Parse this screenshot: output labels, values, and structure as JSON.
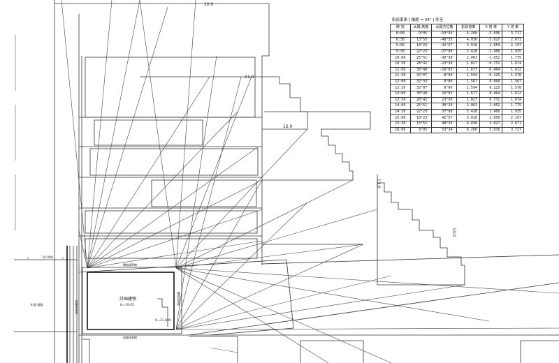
{
  "table": {
    "title": "影倍率表 [ 緯度 = 34° ] 冬至",
    "columns": [
      "時 刻",
      "太陽 高度",
      "太陽方位角",
      "影長倍率",
      "X 倍 率",
      "Y 倍 率"
    ],
    "rows": [
      [
        "8:00",
        "9°05'",
        "-53°34'",
        "6.260",
        "-5.036",
        "3.717"
      ],
      [
        "8:30",
        "13°55'",
        "-48°35'",
        "4.036",
        "-3.027",
        "2.671"
      ],
      [
        "9:00",
        "18°23'",
        "-42°57'",
        "3.010",
        "-2.050",
        "2.197"
      ],
      [
        "9:30",
        "22°23'",
        "-37°08'",
        "2.428",
        "-1.466",
        "1.935"
      ],
      [
        "10:00",
        "25°51'",
        "-30°39'",
        "2.063",
        "-1.052",
        "1.775"
      ],
      [
        "10:30",
        "28°42'",
        "-23°36'",
        "1.827",
        "-0.731",
        "1.674"
      ],
      [
        "11:00",
        "30°48'",
        "-16°03'",
        "1.677",
        "-0.464",
        "1.612"
      ],
      [
        "11:30",
        "32°07'",
        "-8°09'",
        "1.594",
        "-0.225",
        "1.578"
      ],
      [
        "12:00",
        "32°33'",
        "0°00'",
        "1.567",
        "0.000",
        "1.567"
      ],
      [
        "12:30",
        "32°07'",
        "8°09'",
        "1.594",
        "0.225",
        "1.578"
      ],
      [
        "13:00",
        "30°48'",
        "16°03'",
        "1.677",
        "0.464",
        "1.612"
      ],
      [
        "13:30",
        "28°42'",
        "23°36'",
        "1.827",
        "0.731",
        "1.674"
      ],
      [
        "14:00",
        "25°51'",
        "30°39'",
        "2.063",
        "1.052",
        "1.775"
      ],
      [
        "14:30",
        "22°23'",
        "37°08'",
        "2.428",
        "1.466",
        "1.935"
      ],
      [
        "15:00",
        "18°23'",
        "42°57'",
        "3.010",
        "2.050",
        "2.197"
      ],
      [
        "15:30",
        "13°55'",
        "48°35'",
        "4.036",
        "3.027",
        "2.671"
      ],
      [
        "16:00",
        "9°05'",
        "53°34'",
        "6.260",
        "5.036",
        "3.717"
      ]
    ]
  },
  "labels": {
    "contour_10": "10.0",
    "contour_11": "11.0",
    "contour_12": "12.0",
    "contour_13": "13.0",
    "contour_14": "14.0",
    "road_width": "10.000",
    "road_name": "町道 道路",
    "boundary_side": "道路境界線",
    "boundary_north": "隣地境界線",
    "boundary_east": "隣地境界線",
    "boundary_south": "道路境界線",
    "building_name": "計画建物",
    "building_height": "H=19.65",
    "building_h2": "H=21.895"
  },
  "colors": {
    "line": "#333333",
    "background": "#ffffff"
  }
}
